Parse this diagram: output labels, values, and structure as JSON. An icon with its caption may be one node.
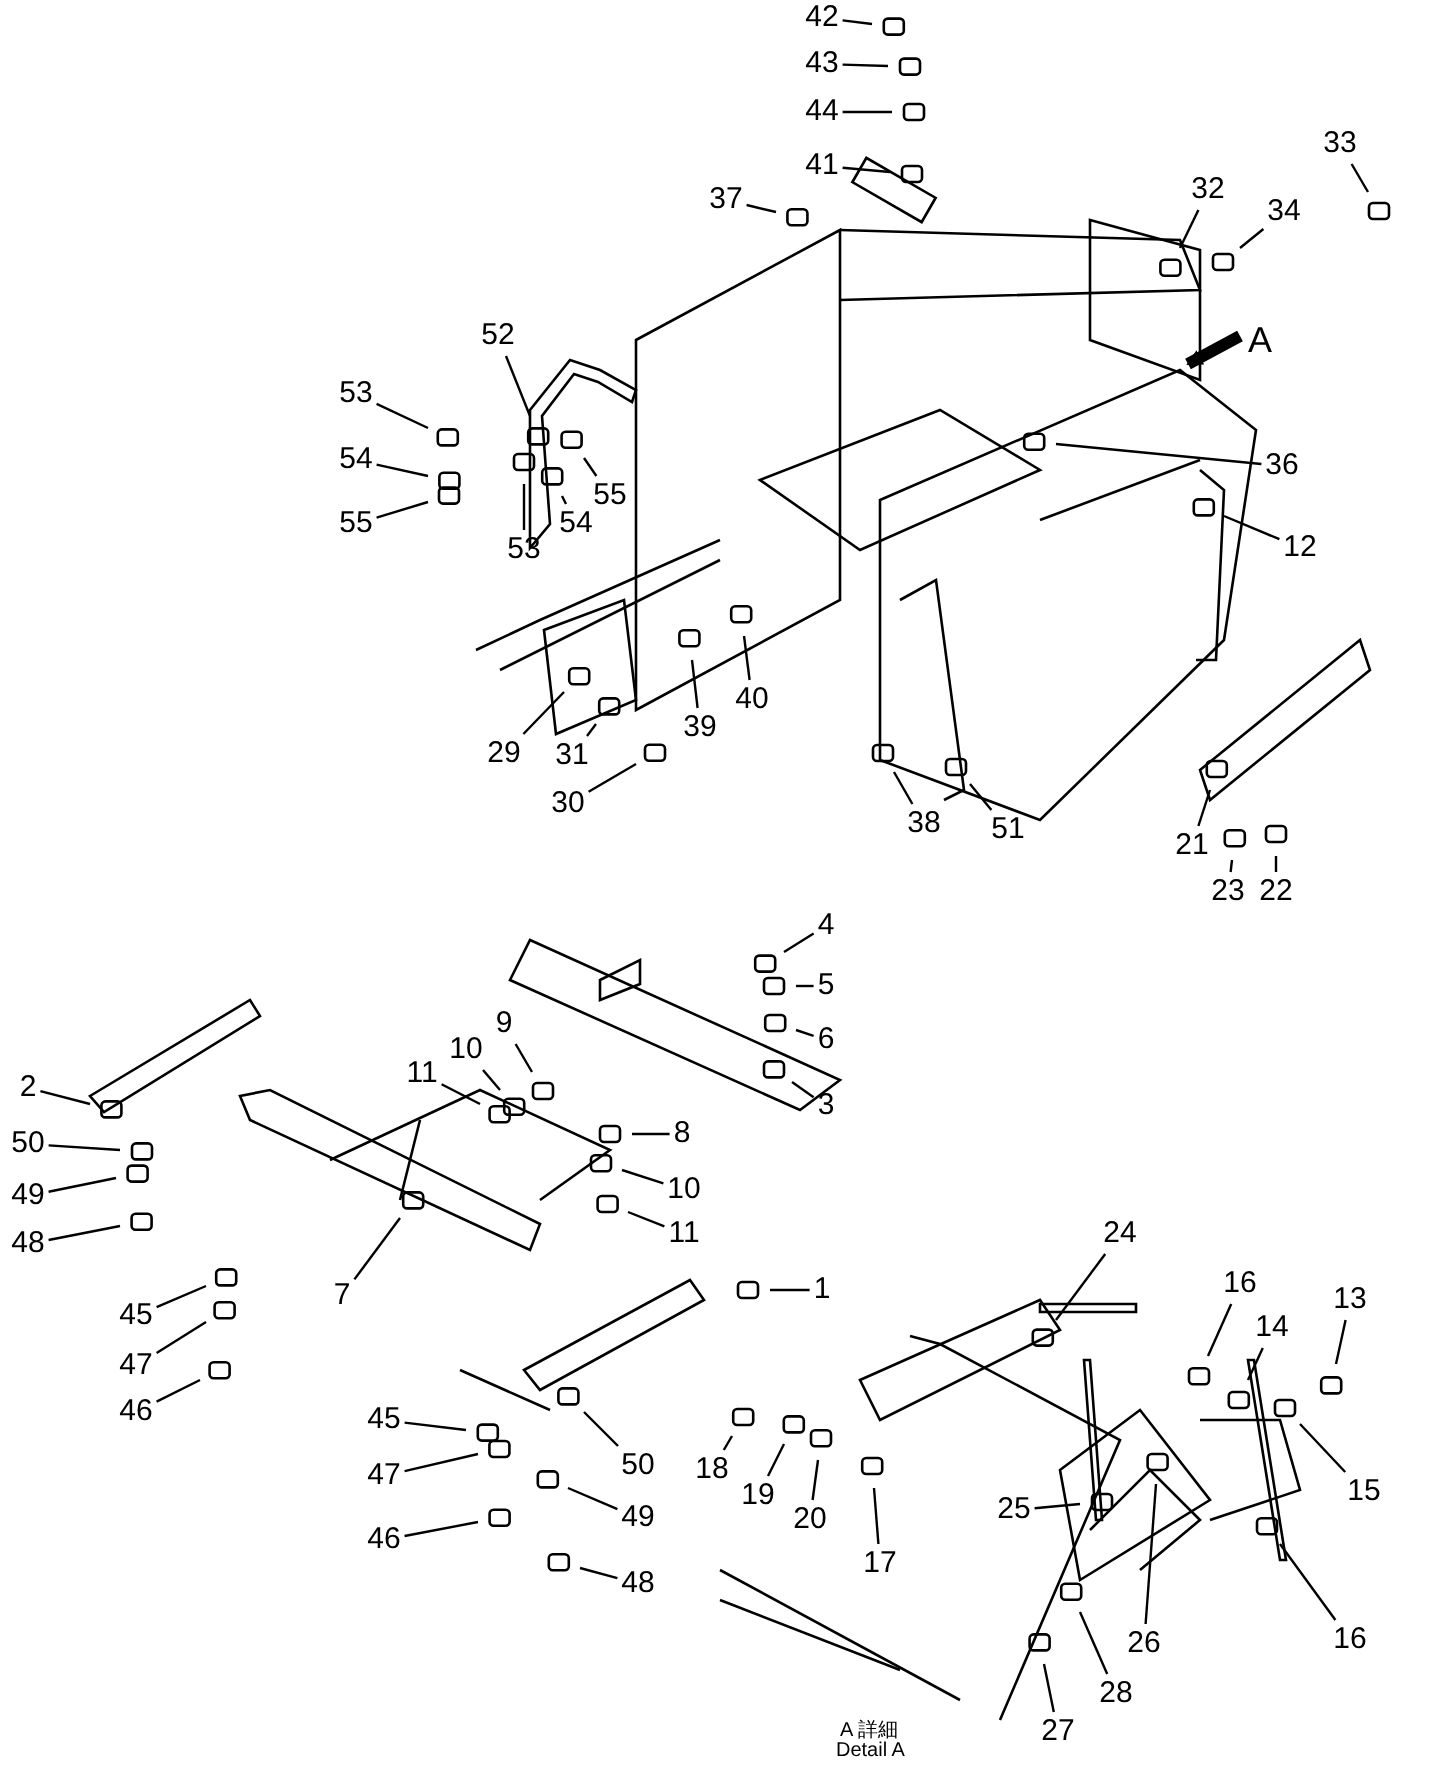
{
  "diagram": {
    "nodes": [
      {
        "text": [
          "42"
        ]
      },
      {
        "text": [
          "43"
        ]
      },
      {
        "text": [
          "44"
        ]
      },
      {
        "text": [
          "41"
        ]
      },
      {
        "text": [
          "37"
        ]
      },
      {
        "text": [
          "32"
        ]
      },
      {
        "text": [
          "34"
        ]
      },
      {
        "text": [
          "33"
        ]
      },
      {
        "text": [
          "52"
        ]
      },
      {
        "text": [
          "53"
        ]
      },
      {
        "text": [
          "54"
        ]
      },
      {
        "text": [
          "55"
        ]
      },
      {
        "text": [
          "53"
        ]
      },
      {
        "text": [
          "54"
        ]
      },
      {
        "text": [
          "55"
        ]
      },
      {
        "text": [
          "36"
        ]
      },
      {
        "text": [
          "12"
        ]
      },
      {
        "text": [
          "29"
        ]
      },
      {
        "text": [
          "31"
        ]
      },
      {
        "text": [
          "30"
        ]
      },
      {
        "text": [
          "39"
        ]
      },
      {
        "text": [
          "40"
        ]
      },
      {
        "text": [
          "38"
        ]
      },
      {
        "text": [
          "51"
        ]
      },
      {
        "text": [
          "21"
        ]
      },
      {
        "text": [
          "23"
        ]
      },
      {
        "text": [
          "22"
        ]
      },
      {
        "text": [
          "4"
        ]
      },
      {
        "text": [
          "5"
        ]
      },
      {
        "text": [
          "6"
        ]
      },
      {
        "text": [
          "2"
        ]
      },
      {
        "text": [
          "9"
        ]
      },
      {
        "text": [
          "10"
        ]
      },
      {
        "text": [
          "11"
        ]
      },
      {
        "text": [
          "3"
        ]
      },
      {
        "text": [
          "8"
        ]
      },
      {
        "text": [
          "10"
        ]
      },
      {
        "text": [
          "11"
        ]
      },
      {
        "text": [
          "50"
        ]
      },
      {
        "text": [
          "49"
        ]
      },
      {
        "text": [
          "48"
        ]
      },
      {
        "text": [
          "7"
        ]
      },
      {
        "text": [
          "1"
        ]
      },
      {
        "text": [
          "45"
        ]
      },
      {
        "text": [
          "47"
        ]
      },
      {
        "text": [
          "46"
        ]
      },
      {
        "text": [
          "24"
        ]
      },
      {
        "text": [
          "16"
        ]
      },
      {
        "text": [
          "14"
        ]
      },
      {
        "text": [
          "13"
        ]
      },
      {
        "text": [
          "15"
        ]
      },
      {
        "text": [
          "45"
        ]
      },
      {
        "text": [
          "47"
        ]
      },
      {
        "text": [
          "46"
        ]
      },
      {
        "text": [
          "50"
        ]
      },
      {
        "text": [
          "49"
        ]
      },
      {
        "text": [
          "48"
        ]
      },
      {
        "text": [
          "18"
        ]
      },
      {
        "text": [
          "19"
        ]
      },
      {
        "text": [
          "20"
        ]
      },
      {
        "text": [
          "17"
        ]
      },
      {
        "text": [
          "25"
        ]
      },
      {
        "text": [
          "26"
        ]
      },
      {
        "text": [
          "16"
        ]
      },
      {
        "text": [
          "28"
        ]
      },
      {
        "text": [
          "27"
        ]
      }
    ],
    "edges": [
      {
        "from": 0,
        "to": null,
        "arrow": "none"
      },
      {
        "from": 1,
        "to": null,
        "arrow": "none"
      },
      {
        "from": 2,
        "to": null,
        "arrow": "none"
      },
      {
        "from": 3,
        "to": null,
        "arrow": "none"
      },
      {
        "from": 4,
        "to": null,
        "arrow": "none"
      },
      {
        "from": 5,
        "to": null,
        "arrow": "none"
      },
      {
        "from": 6,
        "to": null,
        "arrow": "none"
      },
      {
        "from": 7,
        "to": null,
        "arrow": "none"
      },
      {
        "from": 8,
        "to": null,
        "arrow": "none"
      },
      {
        "from": 9,
        "to": null,
        "arrow": "none"
      },
      {
        "from": 10,
        "to": null,
        "arrow": "none"
      },
      {
        "from": 11,
        "to": null,
        "arrow": "none"
      },
      {
        "from": 12,
        "to": null,
        "arrow": "none"
      },
      {
        "from": 13,
        "to": null,
        "arrow": "none"
      },
      {
        "from": 14,
        "to": null,
        "arrow": "none"
      },
      {
        "from": 15,
        "to": null,
        "arrow": "none"
      },
      {
        "from": 16,
        "to": null,
        "arrow": "none"
      },
      {
        "from": 17,
        "to": null,
        "arrow": "none"
      },
      {
        "from": 18,
        "to": null,
        "arrow": "none"
      },
      {
        "from": 19,
        "to": null,
        "arrow": "none"
      },
      {
        "from": 20,
        "to": null,
        "arrow": "none"
      },
      {
        "from": 21,
        "to": null,
        "arrow": "none"
      },
      {
        "from": 22,
        "to": null,
        "arrow": "none"
      },
      {
        "from": 23,
        "to": null,
        "arrow": "none"
      },
      {
        "from": 24,
        "to": null,
        "arrow": "none"
      },
      {
        "from": 25,
        "to": null,
        "arrow": "none"
      },
      {
        "from": 26,
        "to": null,
        "arrow": "none"
      },
      {
        "from": 27,
        "to": null,
        "arrow": "none"
      },
      {
        "from": 28,
        "to": null,
        "arrow": "none"
      },
      {
        "from": 29,
        "to": null,
        "arrow": "none"
      },
      {
        "from": 30,
        "to": null,
        "arrow": "none"
      },
      {
        "from": 31,
        "to": null,
        "arrow": "none"
      },
      {
        "from": 32,
        "to": null,
        "arrow": "none"
      },
      {
        "from": 33,
        "to": null,
        "arrow": "none"
      },
      {
        "from": 34,
        "to": null,
        "arrow": "none"
      },
      {
        "from": 35,
        "to": null,
        "arrow": "none"
      },
      {
        "from": 36,
        "to": null,
        "arrow": "none"
      },
      {
        "from": 37,
        "to": null,
        "arrow": "none"
      },
      {
        "from": 38,
        "to": null,
        "arrow": "none"
      },
      {
        "from": 39,
        "to": null,
        "arrow": "none"
      },
      {
        "from": 40,
        "to": null,
        "arrow": "none"
      },
      {
        "from": 41,
        "to": null,
        "arrow": "none"
      },
      {
        "from": 42,
        "to": null,
        "arrow": "none"
      },
      {
        "from": 43,
        "to": null,
        "arrow": "none"
      },
      {
        "from": 44,
        "to": null,
        "arrow": "none"
      },
      {
        "from": 45,
        "to": null,
        "arrow": "none"
      },
      {
        "from": 46,
        "to": null,
        "arrow": "none"
      },
      {
        "from": 47,
        "to": null,
        "arrow": "none"
      },
      {
        "from": 48,
        "to": null,
        "arrow": "none"
      },
      {
        "from": 49,
        "to": null,
        "arrow": "none"
      },
      {
        "from": 50,
        "to": null,
        "arrow": "none"
      },
      {
        "from": 51,
        "to": null,
        "arrow": "none"
      },
      {
        "from": 52,
        "to": null,
        "arrow": "none"
      },
      {
        "from": 53,
        "to": null,
        "arrow": "none"
      },
      {
        "from": 54,
        "to": null,
        "arrow": "none"
      },
      {
        "from": 55,
        "to": null,
        "arrow": "none"
      },
      {
        "from": 56,
        "to": null,
        "arrow": "none"
      },
      {
        "from": 57,
        "to": null,
        "arrow": "none"
      },
      {
        "from": 58,
        "to": null,
        "arrow": "none"
      },
      {
        "from": 59,
        "to": null,
        "arrow": "none"
      },
      {
        "from": 60,
        "to": null,
        "arrow": "none"
      },
      {
        "from": 61,
        "to": null,
        "arrow": "none"
      },
      {
        "from": 62,
        "to": null,
        "arrow": "none"
      },
      {
        "from": 63,
        "to": null,
        "arrow": "none"
      },
      {
        "from": 64,
        "to": null,
        "arrow": "none"
      },
      {
        "from": 65,
        "to": null,
        "arrow": "none"
      }
    ],
    "labels": [
      "A",
      "A 詳細",
      "Detail A"
    ]
  }
}
